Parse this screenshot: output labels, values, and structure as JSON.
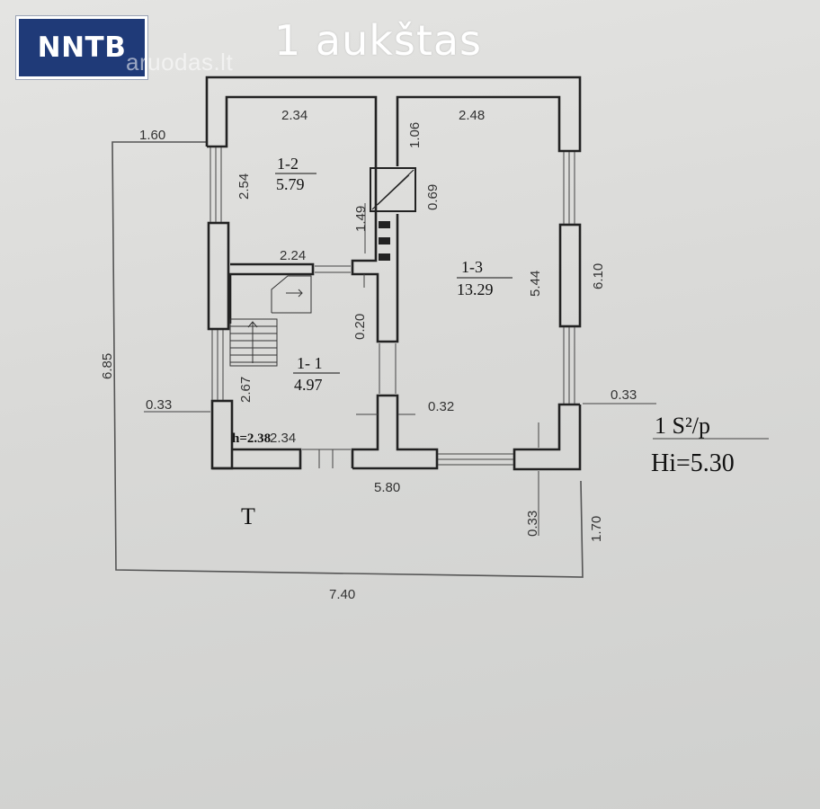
{
  "logo": {
    "text": "NNTB",
    "bg": "#1f3a78"
  },
  "watermark": "aruodas.lt",
  "title": "1 aukštas",
  "rooms": [
    {
      "id": "1-2",
      "area": "5.79"
    },
    {
      "id": "1-3",
      "area": "13.29"
    },
    {
      "id": "1- 1",
      "area": "4.97"
    }
  ],
  "dimensions": {
    "top_left_room_width": "2.34",
    "top_right_room_width": "2.48",
    "top_offset": "1.60",
    "left_room_height": "2.54",
    "wall_106": "1.06",
    "chimney": "0.69",
    "partition_149": "1.49",
    "room_12_bottom": "2.24",
    "right_room_height": "5.44",
    "right_outer": "6.10",
    "left_outer": "6.85",
    "door_020": "0.20",
    "stair_267": "2.67",
    "left_033": "0.33",
    "mid_032": "0.32",
    "right_033": "0.33",
    "hall_width": "2.34",
    "hall_h": "h=2.38",
    "total_inner": "5.80",
    "bottom_033": "0.33",
    "bottom_170": "1.70",
    "total_outer": "7.40"
  },
  "terrace_label": "T",
  "summary": {
    "line1": "1 S²/p",
    "line2": "Hi=5.30"
  }
}
